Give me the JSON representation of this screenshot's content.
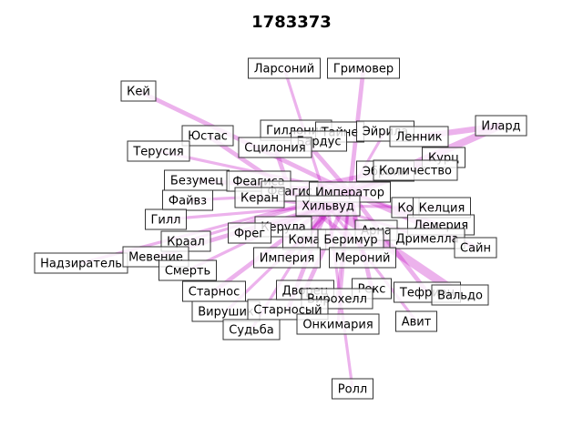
{
  "title": "1783373",
  "edge_color": "#c000c0",
  "nodes": [
    {
      "id": "ларсоний",
      "label": "Ларсоний"
    },
    {
      "id": "гримовер",
      "label": "Гримовер"
    },
    {
      "id": "кей",
      "label": "Кей"
    },
    {
      "id": "илард",
      "label": "Илард"
    },
    {
      "id": "юстас",
      "label": "Юстас"
    },
    {
      "id": "гиллоник",
      "label": "Гиллоник"
    },
    {
      "id": "тайне",
      "label": "Тайне"
    },
    {
      "id": "эйрила",
      "label": "Эйрила"
    },
    {
      "id": "бардус",
      "label": "Бардус"
    },
    {
      "id": "ленник",
      "label": "Ленник"
    },
    {
      "id": "терусия",
      "label": "Терусия"
    },
    {
      "id": "сцилония",
      "label": "Сцилония"
    },
    {
      "id": "курц",
      "label": "Курц"
    },
    {
      "id": "эброин",
      "label": "Эброин"
    },
    {
      "id": "количество",
      "label": "Количество"
    },
    {
      "id": "безумец",
      "label": "Безумец"
    },
    {
      "id": "феагиса",
      "label": "Феагиса"
    },
    {
      "id": "феагис",
      "label": "Феагис"
    },
    {
      "id": "император",
      "label": "Император"
    },
    {
      "id": "файвз",
      "label": "Файвз"
    },
    {
      "id": "керан",
      "label": "Керан"
    },
    {
      "id": "хильвуд",
      "label": "Хильвуд"
    },
    {
      "id": "ко",
      "label": "Ко"
    },
    {
      "id": "келция",
      "label": "Келция"
    },
    {
      "id": "гилл",
      "label": "Гилл"
    },
    {
      "id": "керула",
      "label": "Керула"
    },
    {
      "id": "лемерия",
      "label": "Лемерия"
    },
    {
      "id": "фрег",
      "label": "Фрег"
    },
    {
      "id": "арна",
      "label": "Арна"
    },
    {
      "id": "краал",
      "label": "Краал"
    },
    {
      "id": "кома",
      "label": "Кома"
    },
    {
      "id": "беримур",
      "label": "Беримур"
    },
    {
      "id": "дримелла",
      "label": "Дримелла"
    },
    {
      "id": "сайн",
      "label": "Сайн"
    },
    {
      "id": "надзиратель",
      "label": "Надзиратель"
    },
    {
      "id": "мевение",
      "label": "Мевение"
    },
    {
      "id": "империя",
      "label": "Империя"
    },
    {
      "id": "мероний",
      "label": "Мероний"
    },
    {
      "id": "смерть",
      "label": "Смерть"
    },
    {
      "id": "старнос",
      "label": "Старнос"
    },
    {
      "id": "дворец",
      "label": "Дворец"
    },
    {
      "id": "рекс",
      "label": "Рекс"
    },
    {
      "id": "тефрион",
      "label": "Тефрион"
    },
    {
      "id": "вальдо",
      "label": "Вальдо"
    },
    {
      "id": "вирохелл",
      "label": "Вирохелл"
    },
    {
      "id": "вирушик",
      "label": "Вирушик"
    },
    {
      "id": "старнослый",
      "label": "Старносый"
    },
    {
      "id": "онкимария",
      "label": "Онкимария"
    },
    {
      "id": "авит",
      "label": "Авит"
    },
    {
      "id": "судьба",
      "label": "Судьба"
    },
    {
      "id": "ролл",
      "label": "Ролл"
    }
  ],
  "edges": [
    {
      "source": "кей",
      "target": "император",
      "weight": 3
    },
    {
      "source": "ларсоний",
      "target": "хильвуд",
      "weight": 2
    },
    {
      "source": "гримовер",
      "target": "император",
      "weight": 3
    },
    {
      "source": "илард",
      "target": "император",
      "weight": 5
    },
    {
      "source": "илард",
      "target": "ленник",
      "weight": 4
    },
    {
      "source": "юстас",
      "target": "феагис",
      "weight": 3
    },
    {
      "source": "терусия",
      "target": "император",
      "weight": 2
    },
    {
      "source": "безумец",
      "target": "император",
      "weight": 3
    },
    {
      "source": "файвз",
      "target": "император",
      "weight": 2
    },
    {
      "source": "гилл",
      "target": "хильвуд",
      "weight": 2
    },
    {
      "source": "краал",
      "target": "император",
      "weight": 2
    },
    {
      "source": "надзиратель",
      "target": "император",
      "weight": 2
    },
    {
      "source": "мевение",
      "target": "хильвуд",
      "weight": 3
    },
    {
      "source": "смерть",
      "target": "император",
      "weight": 2
    },
    {
      "source": "старнос",
      "target": "хильвуд",
      "weight": 3
    },
    {
      "source": "вирушик",
      "target": "император",
      "weight": 2
    },
    {
      "source": "судьба",
      "target": "хильвуд",
      "weight": 2
    },
    {
      "source": "ролл",
      "target": "хильвуд",
      "weight": 2
    },
    {
      "source": "онкимария",
      "target": "император",
      "weight": 2
    },
    {
      "source": "авит",
      "target": "хильвуд",
      "weight": 2
    },
    {
      "source": "вальдо",
      "target": "хильвуд",
      "weight": 6
    },
    {
      "source": "тефрион",
      "target": "император",
      "weight": 3
    },
    {
      "source": "сайн",
      "target": "император",
      "weight": 4
    },
    {
      "source": "дримелла",
      "target": "хильвуд",
      "weight": 2
    },
    {
      "source": "лемерия",
      "target": "император",
      "weight": 2
    },
    {
      "source": "келция",
      "target": "хильвуд",
      "weight": 2
    },
    {
      "source": "курц",
      "target": "император",
      "weight": 2
    },
    {
      "source": "количество",
      "target": "хильвуд",
      "weight": 2
    },
    {
      "source": "эйрила",
      "target": "император",
      "weight": 2
    },
    {
      "source": "гиллоник",
      "target": "император",
      "weight": 3
    },
    {
      "source": "сцилония",
      "target": "феагис",
      "weight": 3
    },
    {
      "source": "империя",
      "target": "хильвуд",
      "weight": 3
    },
    {
      "source": "мероний",
      "target": "император",
      "weight": 3
    },
    {
      "source": "рекс",
      "target": "император",
      "weight": 3
    },
    {
      "source": "дворец",
      "target": "император",
      "weight": 3
    },
    {
      "source": "керула",
      "target": "император",
      "weight": 3
    },
    {
      "source": "беримур",
      "target": "феагис",
      "weight": 3
    },
    {
      "source": "керан",
      "target": "хильвуд",
      "weight": 3
    },
    {
      "source": "феагиса",
      "target": "хильвуд",
      "weight": 3
    },
    {
      "source": "эброин",
      "target": "феагис",
      "weight": 3
    },
    {
      "source": "кома",
      "target": "император",
      "weight": 3
    },
    {
      "source": "фрег",
      "target": "хильвуд",
      "weight": 3
    },
    {
      "source": "старнослый",
      "target": "хильвуд",
      "weight": 3
    },
    {
      "source": "вирохелл",
      "target": "император",
      "weight": 2
    }
  ]
}
